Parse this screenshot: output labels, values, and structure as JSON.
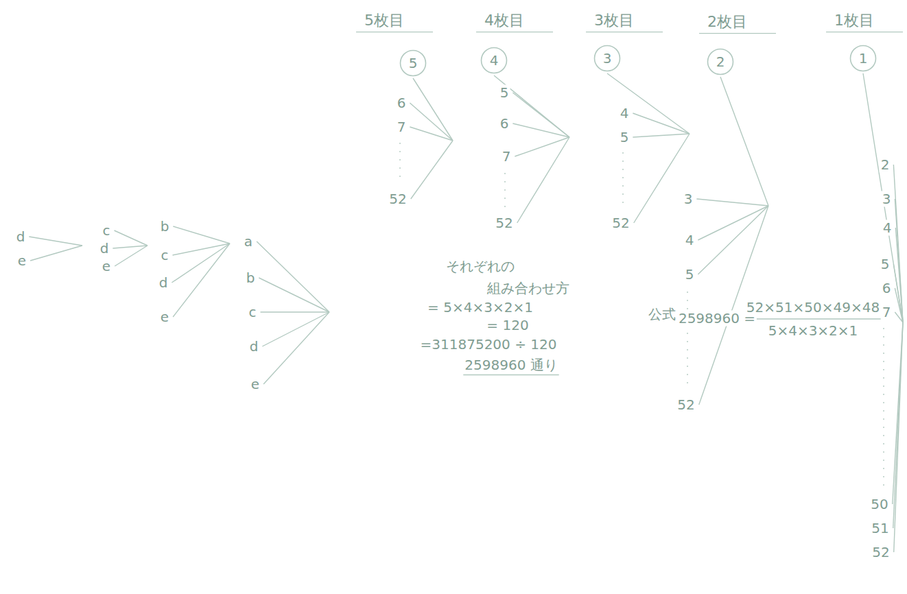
{
  "diagram": {
    "nodes": [
      {
        "text": [
          "1"
        ]
      },
      {
        "text": [
          "2"
        ]
      },
      {
        "text": [
          "3"
        ]
      },
      {
        "text": [
          "4"
        ]
      },
      {
        "text": [
          "5"
        ]
      }
    ],
    "labels": [
      "1枚目",
      "2枚目",
      "3枚目",
      "4枚目",
      "5枚目",
      "2",
      "3",
      "4",
      "5",
      "6",
      "7",
      "50",
      "51",
      "52",
      "3",
      "4",
      "5",
      "52",
      "4",
      "5",
      "52",
      "5",
      "6",
      "7",
      "52",
      "6",
      "7",
      "52",
      "d",
      "e",
      "c",
      "d",
      "e",
      "b",
      "c",
      "d",
      "e",
      "a",
      "b",
      "c",
      "d",
      "e",
      "それぞれの",
      "組み合わせ方",
      "= 5×4×3×2×1",
      "= 120",
      "=311875200 ÷ 120",
      "2598960 通り",
      "公式",
      "2598960 =",
      "52×51×50×49×48",
      "5×4×3×2×1"
    ]
  }
}
